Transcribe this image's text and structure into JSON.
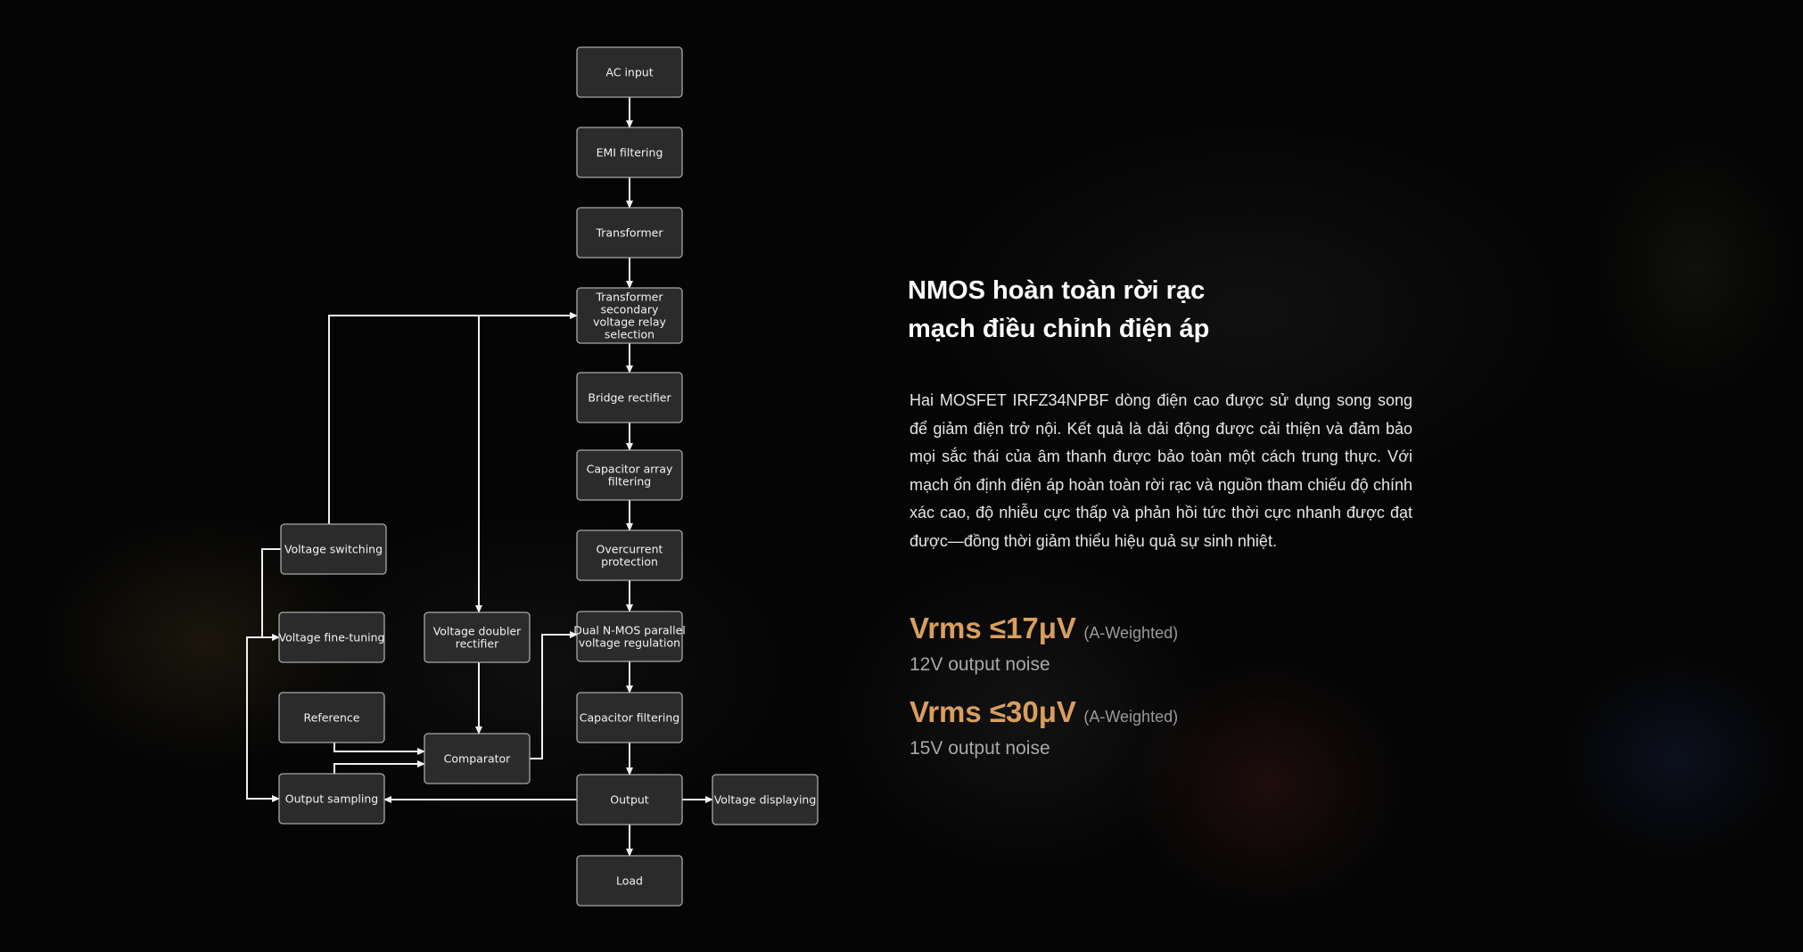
{
  "diagram": {
    "nodes": [
      {
        "id": "ac_input",
        "label": "AC input"
      },
      {
        "id": "emi",
        "label": "EMI filtering"
      },
      {
        "id": "transformer",
        "label": "Transformer"
      },
      {
        "id": "relay",
        "label": "Transformer\nsecondary\nvoltage relay\nselection"
      },
      {
        "id": "bridge",
        "label": "Bridge rectifier"
      },
      {
        "id": "cap_array",
        "label": "Capacitor array\nfiltering"
      },
      {
        "id": "overcurrent",
        "label": "Overcurrent\nprotection"
      },
      {
        "id": "nmos",
        "label": "Dual N-MOS parallel\nvoltage regulation"
      },
      {
        "id": "cap_filter",
        "label": "Capacitor filtering"
      },
      {
        "id": "output",
        "label": "Output"
      },
      {
        "id": "load",
        "label": "Load"
      },
      {
        "id": "v_display",
        "label": "Voltage displaying"
      },
      {
        "id": "v_switch",
        "label": "Voltage switching"
      },
      {
        "id": "v_fine",
        "label": "Voltage fine-tuning"
      },
      {
        "id": "reference",
        "label": "Reference"
      },
      {
        "id": "out_sampling",
        "label": "Output sampling"
      },
      {
        "id": "v_doubler",
        "label": "Voltage doubler\nrectifier"
      },
      {
        "id": "comparator",
        "label": "Comparator"
      }
    ],
    "edges": [
      [
        "ac_input",
        "emi"
      ],
      [
        "emi",
        "transformer"
      ],
      [
        "transformer",
        "relay"
      ],
      [
        "relay",
        "bridge"
      ],
      [
        "bridge",
        "cap_array"
      ],
      [
        "cap_array",
        "overcurrent"
      ],
      [
        "overcurrent",
        "nmos"
      ],
      [
        "nmos",
        "cap_filter"
      ],
      [
        "cap_filter",
        "output"
      ],
      [
        "output",
        "load"
      ],
      [
        "output",
        "v_display"
      ],
      [
        "output",
        "out_sampling"
      ],
      [
        "v_switch",
        "relay"
      ],
      [
        "v_switch",
        "v_fine"
      ],
      [
        "relay",
        "v_doubler"
      ],
      [
        "v_doubler",
        "comparator"
      ],
      [
        "reference",
        "comparator"
      ],
      [
        "out_sampling",
        "comparator"
      ],
      [
        "comparator",
        "nmos"
      ],
      [
        "v_fine",
        "out_sampling"
      ]
    ]
  },
  "content": {
    "heading_line1": "NMOS hoàn toàn rời rạc",
    "heading_line2": "mạch điều chỉnh điện áp",
    "description": "Hai MOSFET IRFZ34NPBF dòng điện cao được sử dụng song song để giảm điện trở nội. Kết quả là dải động được cải thiện và đảm bảo mọi sắc thái của âm thanh được bảo toàn một cách trung thực. Với mạch ổn định điện áp hoàn toàn rời rạc và nguồn tham chiếu độ chính xác cao, độ nhiễu cực thấp và phản hồi tức thời cực nhanh được đạt được—đồng thời giảm thiểu hiệu quả sự sinh nhiệt."
  },
  "specs": [
    {
      "value": "Vrms ≤17μV",
      "weighting": "(A-Weighted)",
      "label": "12V output noise"
    },
    {
      "value": "Vrms ≤30μV",
      "weighting": "(A-Weighted)",
      "label": "15V output noise"
    }
  ],
  "colors": {
    "background": "#050505",
    "box_fill": "#2b2b2b",
    "box_border": "#a8a8a8",
    "accent": "#d99e5e"
  }
}
